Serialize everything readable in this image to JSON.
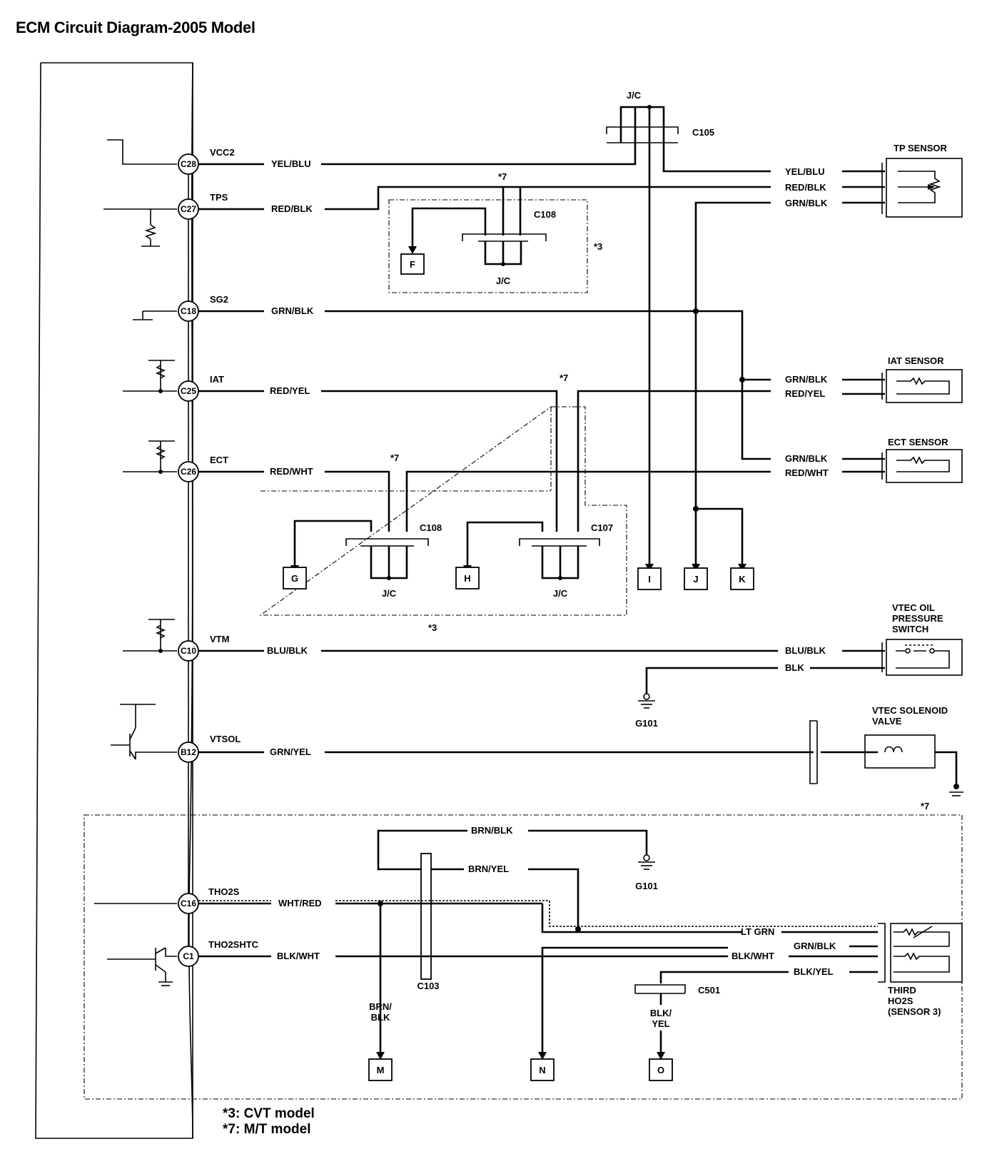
{
  "title": "ECM Circuit Diagram-2005 Model",
  "ecm_pins": [
    {
      "pin": "C28",
      "name": "VCC2",
      "wire": "YEL/BLU"
    },
    {
      "pin": "C27",
      "name": "TPS",
      "wire": "RED/BLK"
    },
    {
      "pin": "C18",
      "name": "SG2",
      "wire": "GRN/BLK"
    },
    {
      "pin": "C25",
      "name": "IAT",
      "wire": "RED/YEL"
    },
    {
      "pin": "C26",
      "name": "ECT",
      "wire": "RED/WHT"
    },
    {
      "pin": "C10",
      "name": "VTM",
      "wire": "BLU/BLK"
    },
    {
      "pin": "B12",
      "name": "VTSOL",
      "wire": "GRN/YEL"
    },
    {
      "pin": "C16",
      "name": "THO2S",
      "wire": "WHT/RED"
    },
    {
      "pin": "C1",
      "name": "THO2SHTC",
      "wire": "BLK/WHT"
    }
  ],
  "connectors": {
    "c105": "C105",
    "c108a": "C108",
    "c108b": "C108",
    "c107": "C107",
    "c103": "C103",
    "c501": "C501",
    "jc": "J/C"
  },
  "ground_labels": {
    "g101a": "G101",
    "g101b": "G101"
  },
  "terminals": [
    "F",
    "G",
    "H",
    "I",
    "J",
    "K",
    "M",
    "N",
    "O"
  ],
  "components": {
    "tp_sensor": "TP SENSOR",
    "iat_sensor": "IAT SENSOR",
    "ect_sensor": "ECT SENSOR",
    "vtec_oil_l1": "VTEC OIL",
    "vtec_oil_l2": "PRESSURE",
    "vtec_oil_l3": "SWITCH",
    "vtec_sol_l1": "VTEC SOLENOID",
    "vtec_sol_l2": "VALVE",
    "ho2s_l1": "THIRD",
    "ho2s_l2": "HO2S",
    "ho2s_l3": "(SENSOR 3)"
  },
  "right_wires": {
    "tp_yel_blu": "YEL/BLU",
    "tp_red_blk": "RED/BLK",
    "tp_grn_blk": "GRN/BLK",
    "iat_grn_blk": "GRN/BLK",
    "iat_red_yel": "RED/YEL",
    "ect_grn_blk": "GRN/BLK",
    "ect_red_wht": "RED/WHT",
    "vtm_blu_blk": "BLU/BLK",
    "vtm_blk": "BLK",
    "lt_grn": "LT GRN",
    "o2_grn_blk": "GRN/BLK",
    "o2_blk_wht": "BLK/WHT",
    "o2_blk_yel": "BLK/YEL",
    "brn_blk": "BRN/BLK",
    "brn_yel": "BRN/YEL",
    "brn_blk_v1": "BRN/",
    "brn_blk_v2": "BLK",
    "blk_yel_v1": "BLK/",
    "blk_yel_v2": "YEL"
  },
  "notes": {
    "star3": "*3",
    "star7": "*7",
    "legend1": "*3: CVT model",
    "legend2": "*7: M/T model"
  }
}
